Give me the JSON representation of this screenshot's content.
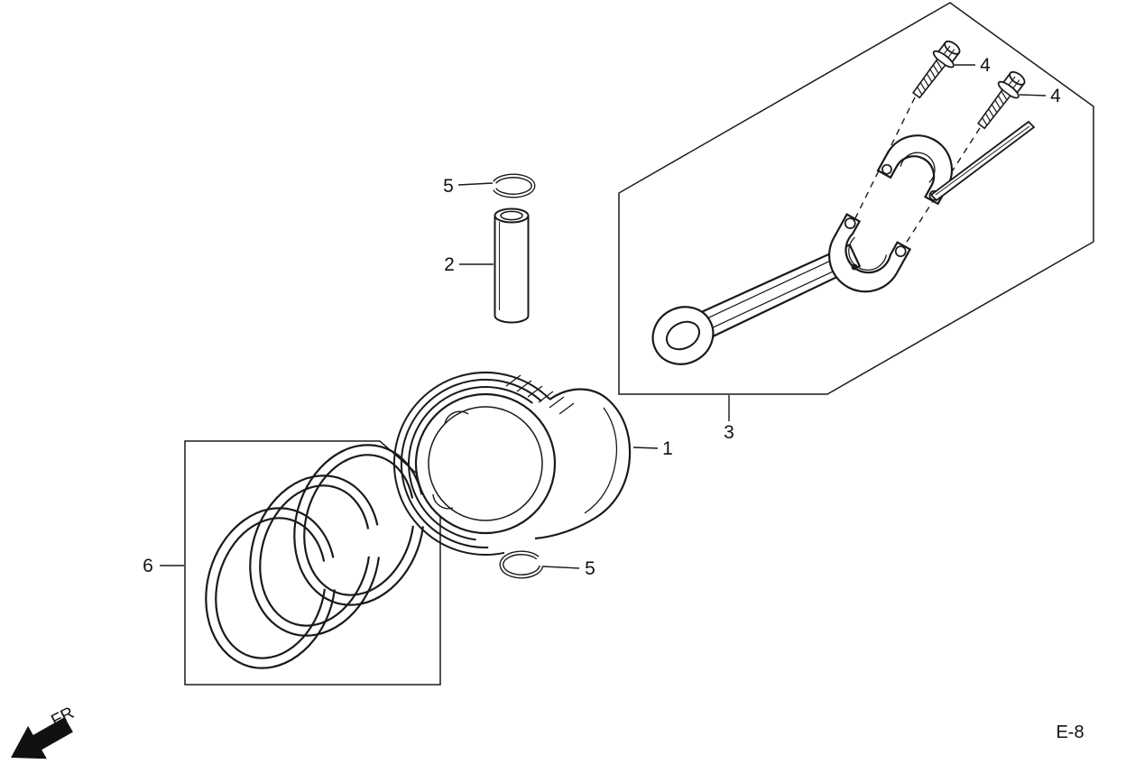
{
  "figure": {
    "page_code": "E-8",
    "front_marker": "FR"
  },
  "callouts": {
    "piston": "1",
    "piston_pin": "2",
    "connecting_rod": "3",
    "bolt_upper": "4",
    "bolt_lower": "4",
    "pin_clip_upper": "5",
    "pin_clip_lower": "5",
    "piston_ring_set": "6"
  },
  "colors": {
    "ink": "#1a1a1a",
    "paper": "#ffffff"
  }
}
